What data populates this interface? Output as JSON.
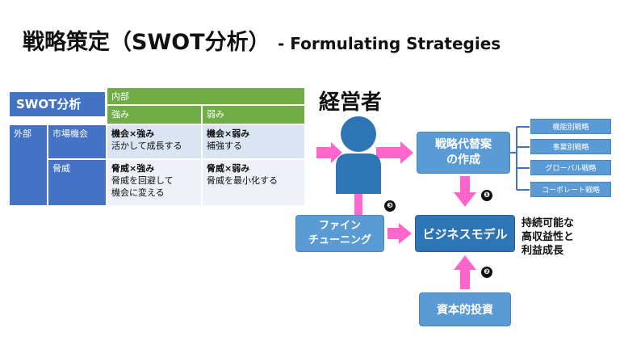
{
  "title": {
    "main": "戦略策定（SWOT分析）",
    "sub": "- Formulating Strategies"
  },
  "swot": {
    "label": "SWOT分析",
    "internal_header": "内部",
    "strength_header": "強み",
    "weakness_header": "弱み",
    "external_header": "外部",
    "opportunity_label": "市場機会",
    "threat_label": "脅威",
    "cells": {
      "so": {
        "title": "機会×強み",
        "lines": [
          "活かして成長する"
        ]
      },
      "wo": {
        "title": "機会×弱み",
        "lines": [
          "補強する"
        ]
      },
      "st": {
        "title": "脅威×強み",
        "lines": [
          "脅威を回避して",
          "機会に変える"
        ]
      },
      "wt": {
        "title": "脅威×弱み",
        "lines": [
          "脅威を最小化する"
        ]
      }
    }
  },
  "diagram": {
    "manager_label": "経営者",
    "alternatives_box": "戦略代替案\nの作成",
    "strategy_items": [
      "機能別戦略",
      "事業別戦略",
      "グローバル戦略",
      "コーポレート戦略"
    ],
    "business_model_box": "ビジネスモデル",
    "fine_tuning_box": "ファイン\nチューニング",
    "capital_box": "資本的投資",
    "outcome_label": "持続可能な\n高収益性と\n利益成長",
    "markers": [
      "❶",
      "❷",
      "❸"
    ]
  },
  "colors": {
    "green": "#70ad47",
    "blue": "#4472c4",
    "light_box": "#5b9bd5",
    "dark_box": "#2e75b6",
    "arrow_pink": "#ff66cc",
    "bracket_blue": "#4472c4"
  }
}
